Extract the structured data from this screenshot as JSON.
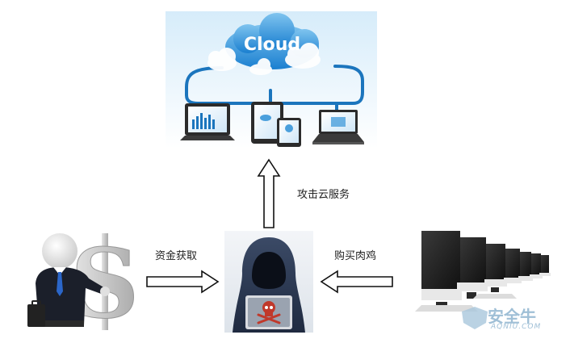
{
  "cloud": {
    "title": "Cloud"
  },
  "labels": {
    "attack_cloud": "攻击云服务",
    "fund_acquisition": "资金获取",
    "buy_botnet": "购买肉鸡"
  },
  "watermark": {
    "brand": "安全牛",
    "domain": "AQNIU.COM"
  }
}
